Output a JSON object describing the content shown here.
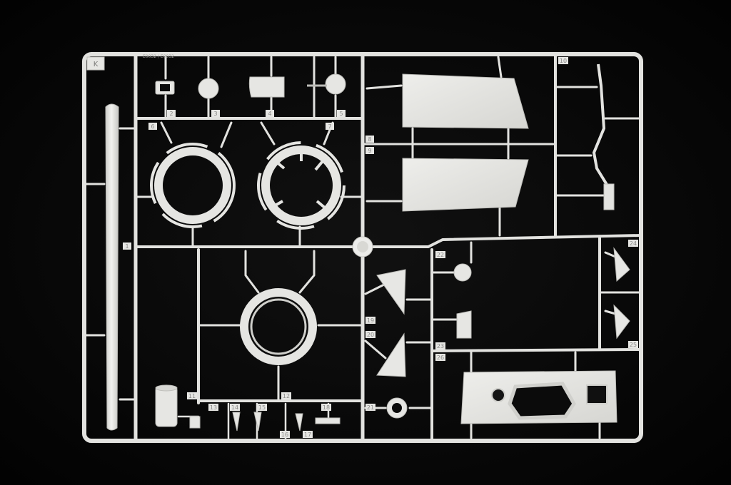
{
  "photo": {
    "background_color": "#050505",
    "plastic_color": "#e6e6e3",
    "plastic_shade": "#c9c9c5",
    "sprue_letter": "K",
    "edge_code": "E0032 / E0032",
    "part_numbers": [
      "1",
      "2",
      "3",
      "4",
      "5",
      "6",
      "7",
      "8",
      "9",
      "10",
      "11",
      "12",
      "13",
      "14",
      "15",
      "16",
      "17",
      "18",
      "19",
      "20",
      "21",
      "22",
      "23",
      "24",
      "25",
      "26"
    ]
  }
}
